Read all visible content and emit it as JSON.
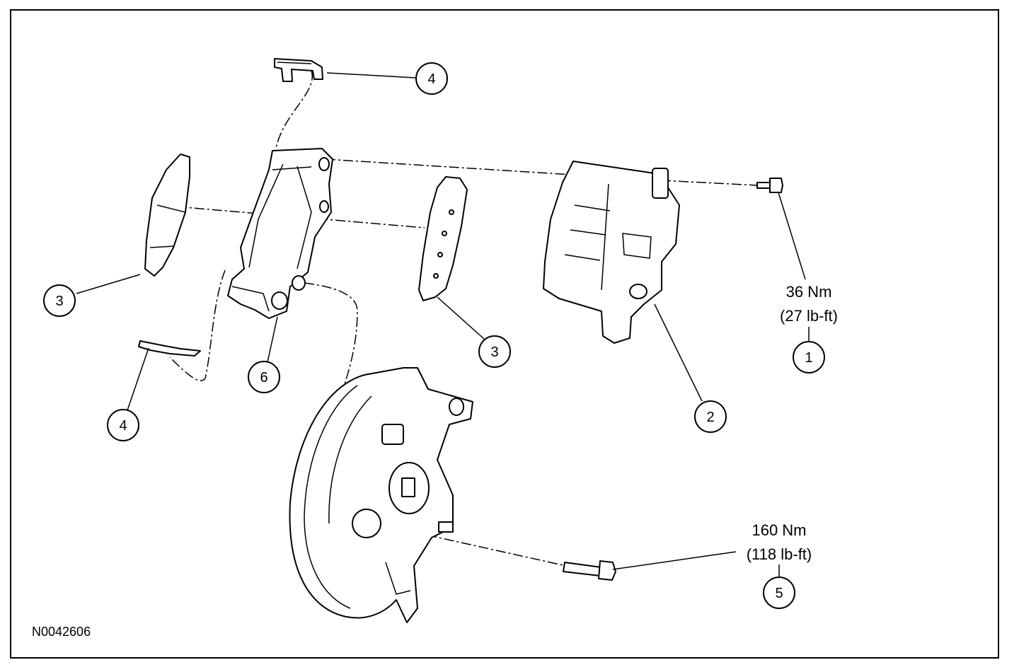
{
  "figure_id": "N0042606",
  "callouts": [
    {
      "id": "c1",
      "number": "1"
    },
    {
      "id": "c2",
      "number": "2"
    },
    {
      "id": "c3a",
      "number": "3"
    },
    {
      "id": "c3b",
      "number": "3"
    },
    {
      "id": "c4a",
      "number": "4"
    },
    {
      "id": "c4b",
      "number": "4"
    },
    {
      "id": "c5",
      "number": "5"
    },
    {
      "id": "c6",
      "number": "6"
    }
  ],
  "torque_specs": [
    {
      "for": "1",
      "metric": "36 Nm",
      "imperial": "(27 lb-ft)"
    },
    {
      "for": "5",
      "metric": "160 Nm",
      "imperial": "(118 lb-ft)"
    }
  ]
}
